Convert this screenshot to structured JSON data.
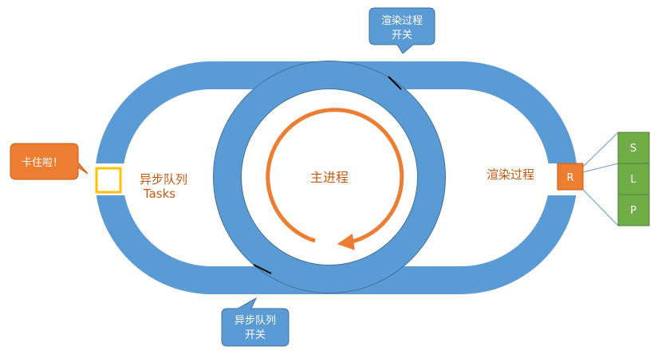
{
  "callouts": {
    "render_switch_line1": "渲染过程",
    "render_switch_line2": "开关",
    "stuck": "卡住啦！",
    "async_switch_line1": "异步队列",
    "async_switch_line2": "开关"
  },
  "loops": {
    "async_queue_label": "异步队列",
    "async_queue_sub": "Tasks",
    "main_process_label": "主进程",
    "render_process_label": "渲染过程"
  },
  "render_steps": {
    "r": "R",
    "s": "S",
    "l": "L",
    "p": "P"
  },
  "colors": {
    "track": "#5B9BD5",
    "track_dark": "#41719C",
    "accent": "#ED7D31",
    "callout_blue": "#5B9BD5",
    "green": "#70AD47",
    "task_box": "#FFC000",
    "text_light": "#ffffff"
  }
}
